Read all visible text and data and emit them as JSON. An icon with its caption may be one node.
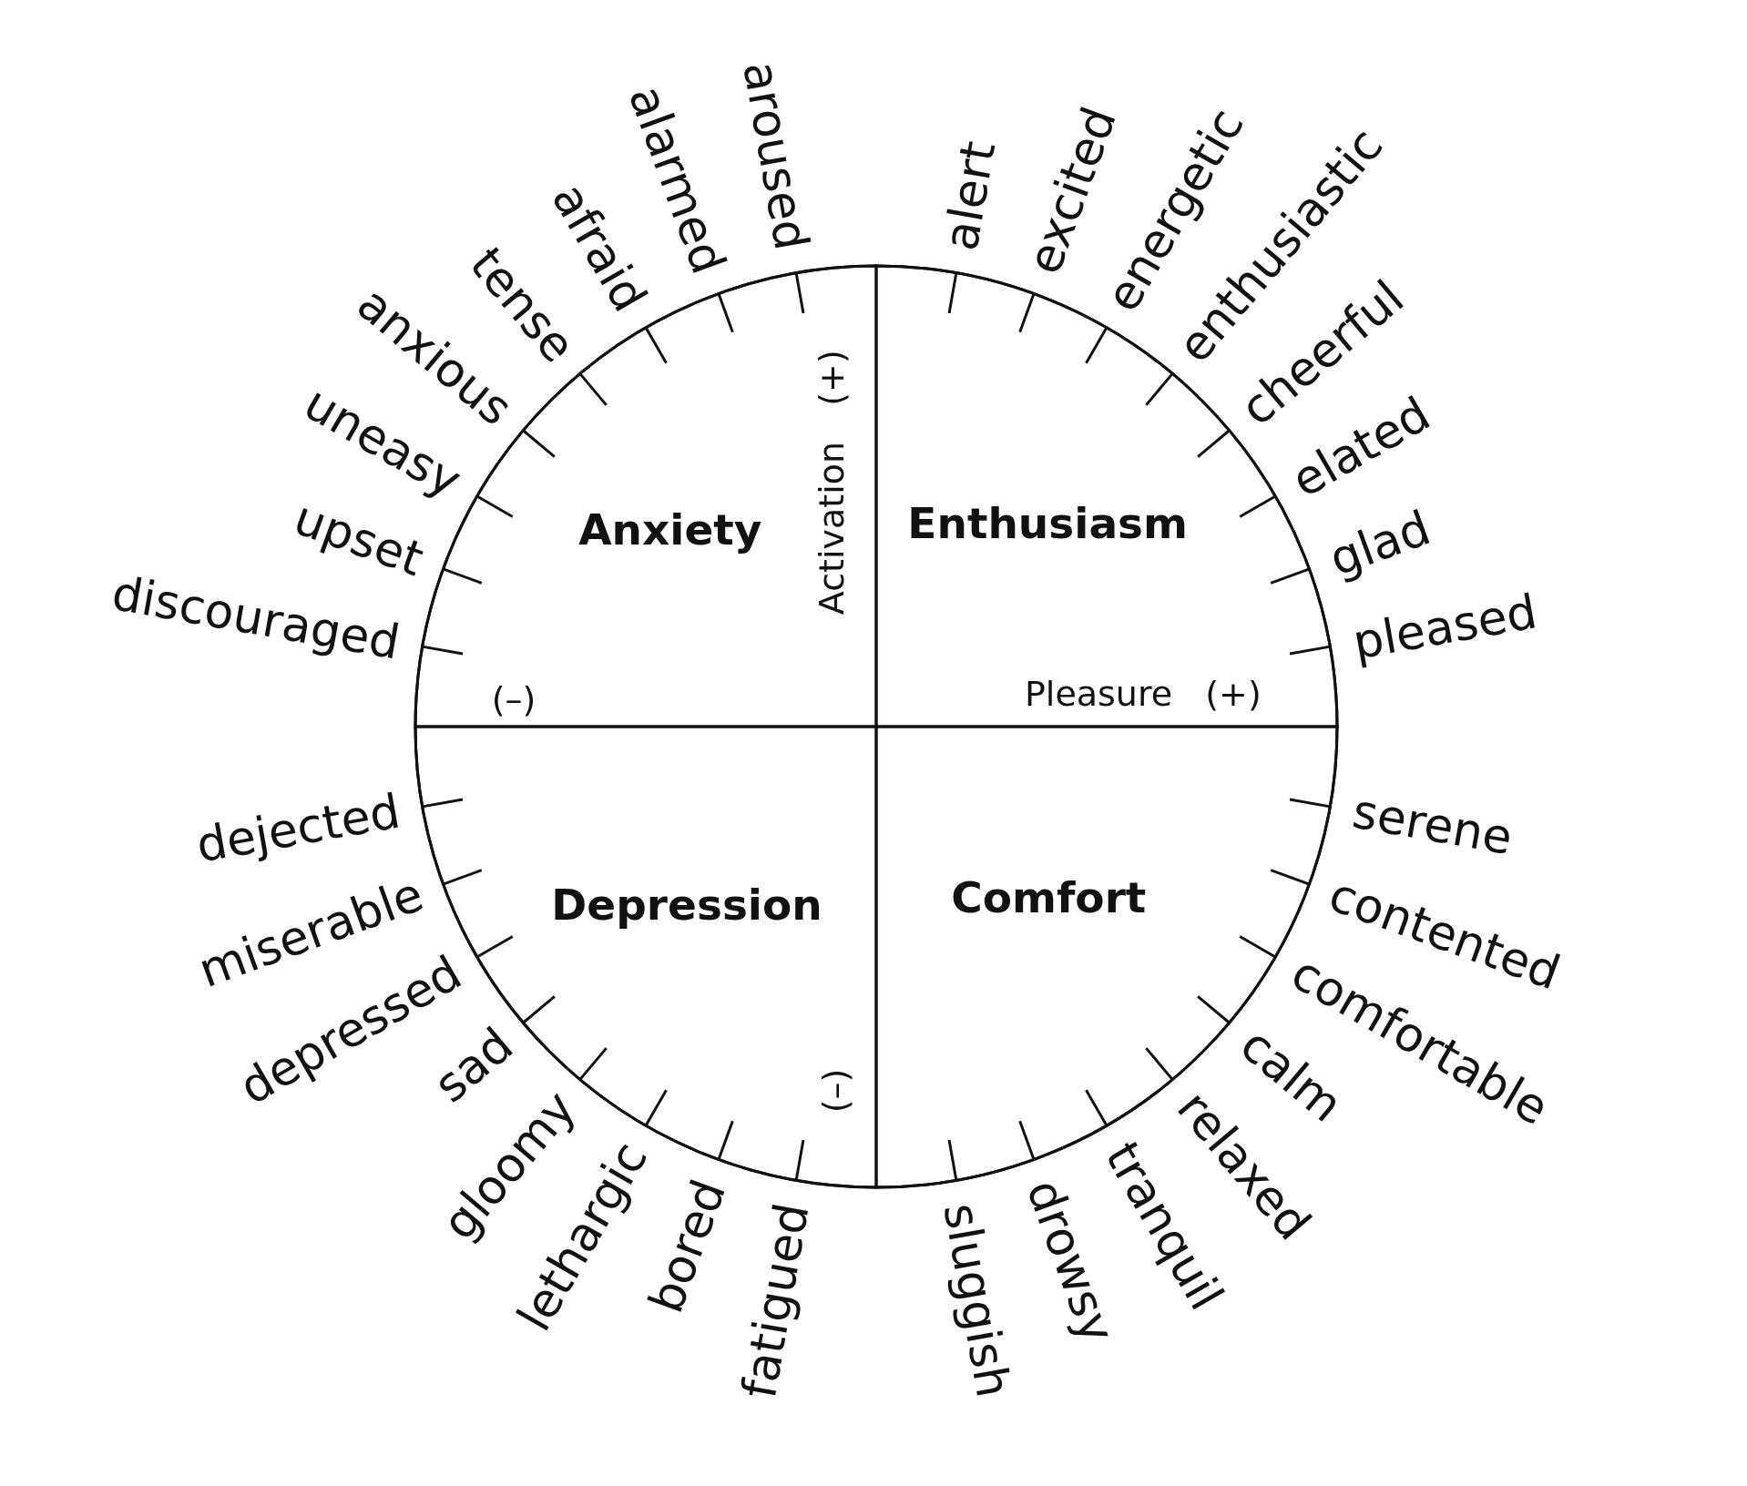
{
  "diagram": {
    "nodes": [
      {
        "text": [],
        "shape": "circle"
      },
      {
        "text": [
          "Anxiety"
        ],
        "in": 0
      },
      {
        "text": [
          "Enthusiasm"
        ],
        "in": 0
      },
      {
        "text": [
          "Depression"
        ],
        "in": 0
      },
      {
        "text": [
          "Comfort"
        ],
        "in": 0
      }
    ],
    "labels": [
      "discouraged",
      "upset",
      "uneasy",
      "anxious",
      "tense",
      "afraid",
      "alarmed",
      "aroused",
      "alert",
      "excited",
      "energetic",
      "enthusiastic",
      "cheerful",
      "elated",
      "glad",
      "pleased",
      "serene",
      "contented",
      "comfortable",
      "calm",
      "relaxed",
      "tranquil",
      "drowsy",
      "sluggish",
      "fatigued",
      "bored",
      "lethargic",
      "gloomy",
      "sad",
      "depressed",
      "miserable",
      "dejected",
      "Activation",
      "(+)",
      "Pleasure",
      "(+)",
      "(–)",
      "(–)"
    ]
  }
}
